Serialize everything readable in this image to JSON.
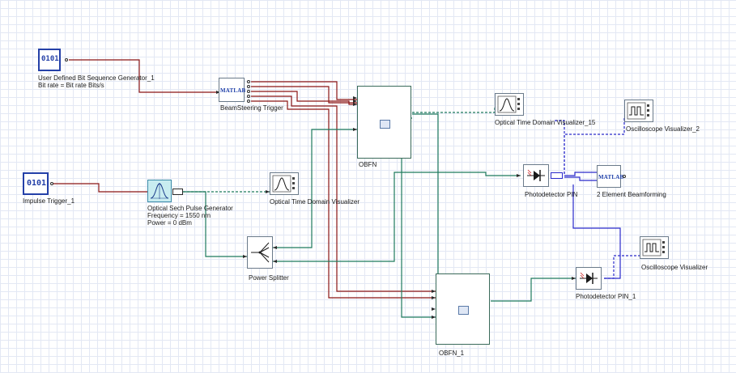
{
  "colors": {
    "electrical": "#8a1515",
    "optical": "#1f7a5e",
    "optical_dashed": "#1f7a5e",
    "photo": "#2a2acb",
    "photo_dashed": "#2a2acb",
    "accent_icon": "#2440a8"
  },
  "components": {
    "user_bitseq": {
      "icon_text": "0101",
      "label_line1": "User Defined Bit Sequence Generator_1",
      "label_line2": "Bit rate = Bit rate  Bits/s"
    },
    "beamsteering": {
      "icon_text": "MATLAB",
      "label": "BeamSteering Trigger"
    },
    "obfn": {
      "label": "OBFN"
    },
    "obfn_1": {
      "label": "OBFN_1"
    },
    "impulse": {
      "icon_text": "0101",
      "label": "Impulse Trigger_1"
    },
    "sech": {
      "label_line1": "Optical Sech Pulse Generator",
      "label_line2": "Frequency = 1550  nm",
      "label_line3": "Power = 0  dBm"
    },
    "otdv": {
      "label": "Optical Time Domain Visualizer"
    },
    "otdv15": {
      "label": "Optical Time Domain Visualizer_15"
    },
    "splitter": {
      "label": "Power Splitter"
    },
    "pd": {
      "label": "Photodetector PIN"
    },
    "pd1": {
      "label": "Photodetector PIN_1"
    },
    "beamforming": {
      "icon_text": "MATLAB",
      "label": "2 Element Beamforming"
    },
    "osc2": {
      "label": "Oscilloscope Visualizer_2"
    },
    "osc": {
      "label": "Oscilloscope Visualizer"
    }
  }
}
